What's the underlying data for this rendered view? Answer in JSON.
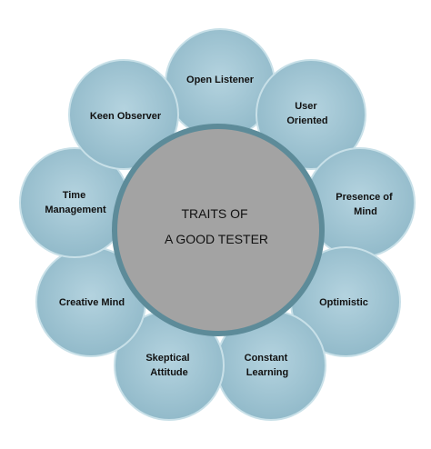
{
  "diagram": {
    "center": {
      "line1": "TRAITS OF",
      "line2": "A GOOD TESTER"
    },
    "traits": [
      {
        "line1": "Open Listener",
        "line2": ""
      },
      {
        "line1": "User",
        "line2": "Oriented"
      },
      {
        "line1": "Presence of",
        "line2": "Mind"
      },
      {
        "line1": "Optimistic",
        "line2": ""
      },
      {
        "line1": "Constant",
        "line2": "Learning"
      },
      {
        "line1": "Skeptical",
        "line2": "Attitude"
      },
      {
        "line1": "Creative Mind",
        "line2": ""
      },
      {
        "line1": "Time",
        "line2": "Management"
      },
      {
        "line1": "Keen Observer",
        "line2": ""
      }
    ]
  },
  "colors": {
    "bubble_fill": "#9fc4d2",
    "bubble_stroke": "#c8e0e8",
    "bubble_fill_dark": "#86b0c0",
    "center_fill": "#a3a3a3",
    "center_stroke": "#5d8b99"
  }
}
